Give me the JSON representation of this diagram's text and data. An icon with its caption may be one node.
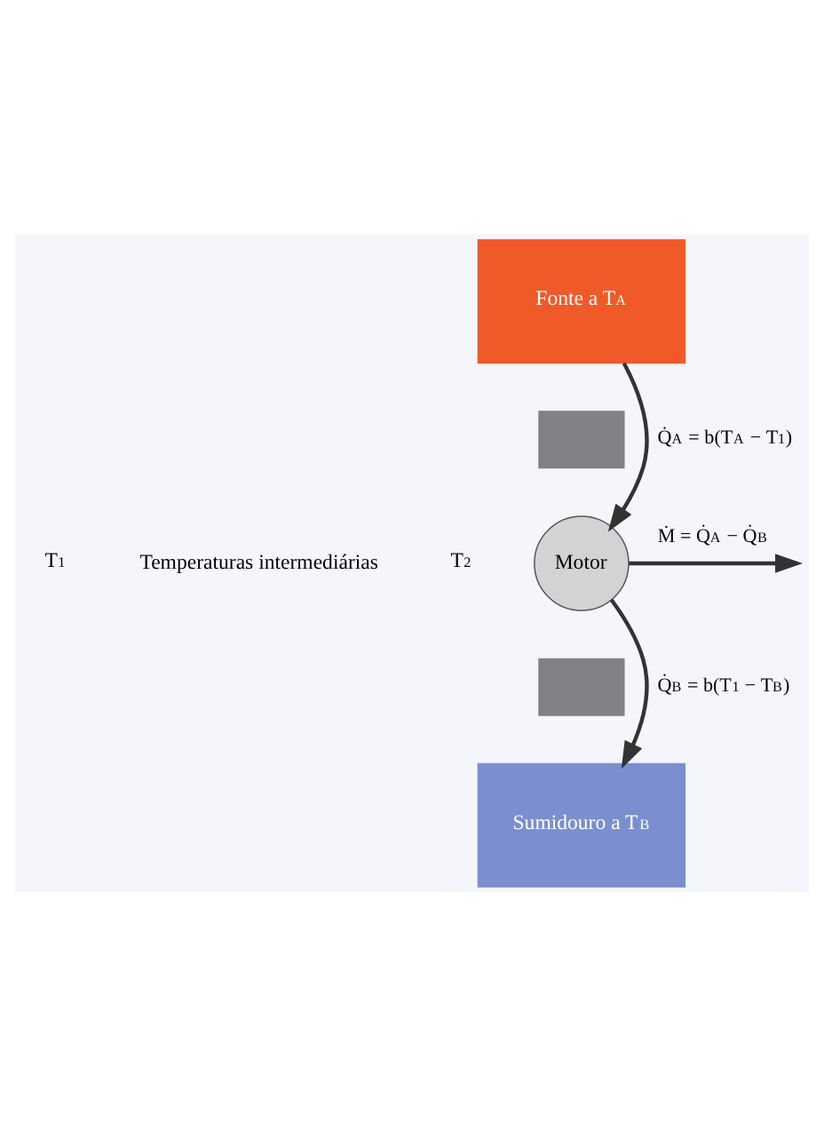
{
  "diagram": {
    "nodes": [
      {
        "text": [
          "Fonte a T$_{A}$"
        ]
      },
      {
        "text": [],
        "shape": "bar"
      },
      {
        "text": [
          "Motor"
        ]
      },
      {
        "text": [],
        "shape": "bar"
      },
      {
        "text": [
          "Sumidouro a T$_{B}$"
        ]
      }
    ],
    "edges": [
      {
        "from": 0,
        "to": 2,
        "arrow": "to",
        "label": "Q̇$_{A}$ = b(T$_{A}$ − T$_{1}$)"
      },
      {
        "from": 2,
        "to": null,
        "arrow": "to",
        "label": "Ṁ = Q̇$_{A}$ − Q̇$_{B}$"
      },
      {
        "from": 2,
        "to": 4,
        "arrow": "to",
        "label": "Q̇$_{B}$ = b(T$_{1}$ − T$_{B}$)"
      }
    ],
    "labels": [
      "T$_{1}$",
      "Temperaturas intermediárias",
      "T$_{2}$"
    ]
  }
}
